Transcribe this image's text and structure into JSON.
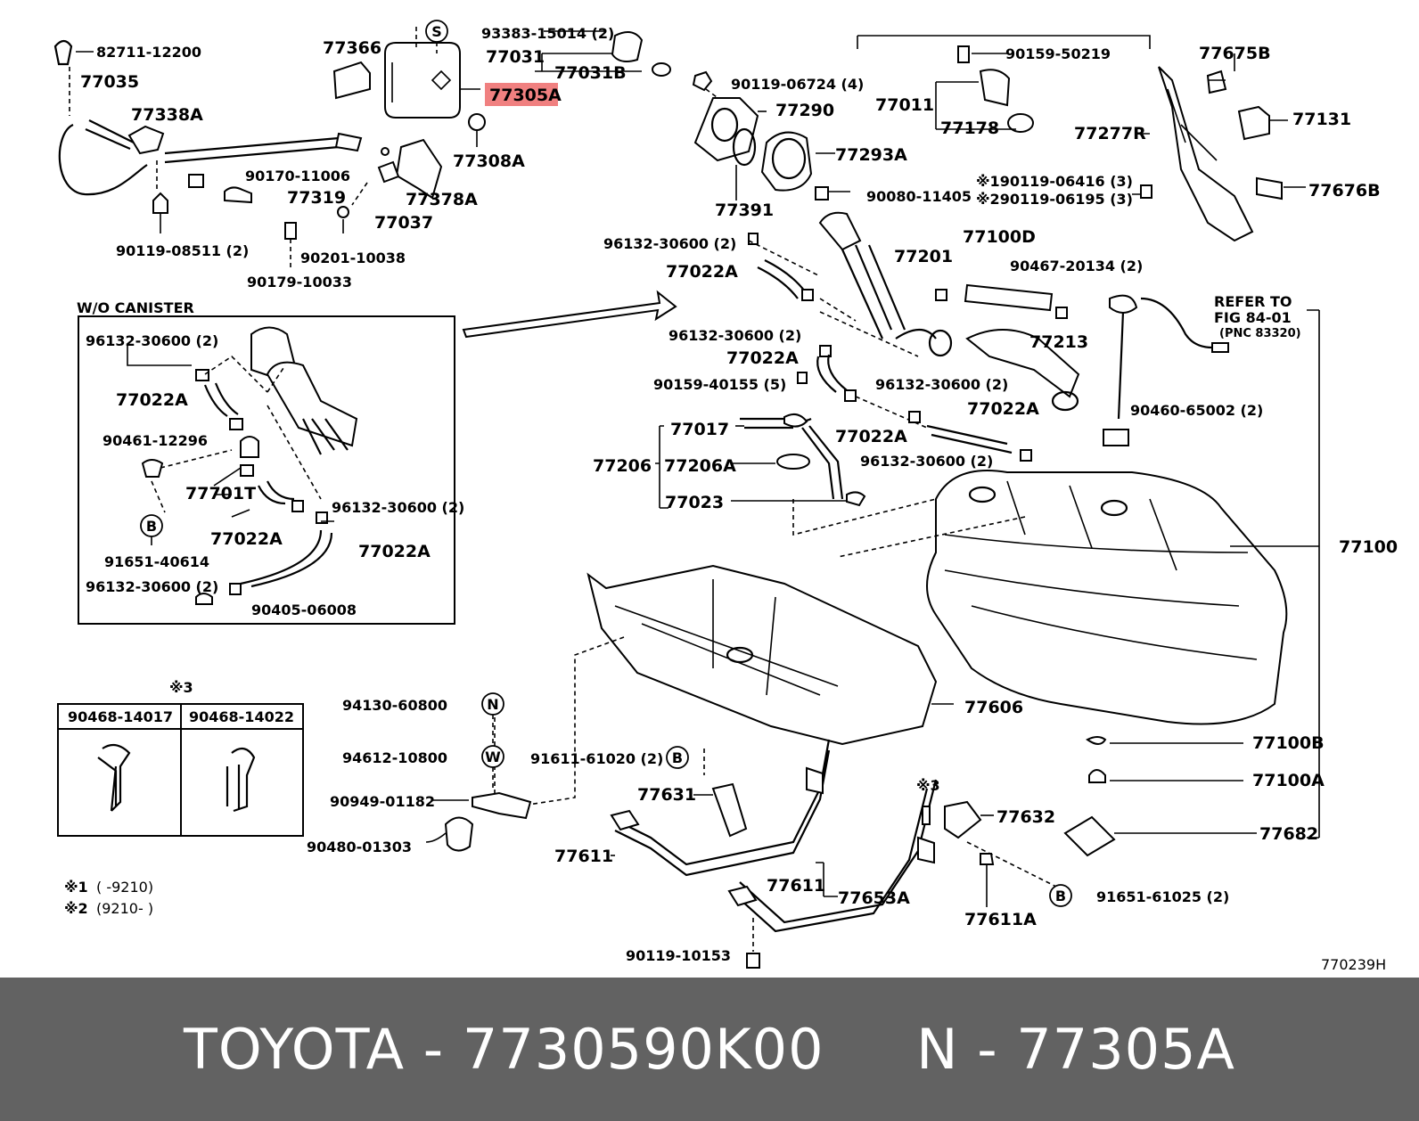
{
  "footer": {
    "brand": "TOYOTA",
    "sep1": " - ",
    "part_number": "7730590K00",
    "gap": "     ",
    "n_label": "N",
    "sep2": " - ",
    "ref_code": "77305A"
  },
  "highlight_color": "#f08080",
  "diagram": {
    "figure_code": "770239H",
    "inset_title": "W/O CANISTER",
    "refer_line1": "REFER TO",
    "refer_line2": "FIG 84-01",
    "refer_line3": "(PNC 83320)",
    "note1_mark": "※1",
    "note1_text": "(      -9210)",
    "note2_mark": "※2",
    "note2_text": "(9210-      )",
    "table_mark": "※3",
    "table_headers": [
      "90468-14017",
      "90468-14022"
    ],
    "circle_S": "S",
    "circle_N": "N",
    "circle_W": "W",
    "circle_B": "B",
    "labels": {
      "p82711": "82711-12200",
      "p77035": "77035",
      "p77338A": "77338A",
      "p90170": "90170-11006",
      "p77319": "77319",
      "p90119_08511": "90119-08511 (2)",
      "p90201": "90201-10038",
      "p90179": "90179-10033",
      "p77037": "77037",
      "p77378A": "77378A",
      "p77366": "77366",
      "p93383": "93383-15014 (2)",
      "p77031": "77031",
      "p77031B": "77031B",
      "p77305A": "77305A",
      "p77308A": "77308A",
      "p90119_06724": "90119-06724 (4)",
      "p77290": "77290",
      "p77293A": "77293A",
      "p77391": "77391",
      "p90159_50219": "90159-50219",
      "p77011": "77011",
      "p77178": "77178",
      "p77675B": "77675B",
      "p77131": "77131",
      "p77277R": "77277R",
      "p77676B": "77676B",
      "p90119_06416": "※190119-06416 (3)",
      "p90119_06195": "※290119-06195 (3)",
      "p90080": "90080-11405",
      "p96132_a": "96132-30600 (2)",
      "p77022A_a": "77022A",
      "p77201": "77201",
      "p77100D": "77100D",
      "p90467": "90467-20134 (2)",
      "p77213": "77213",
      "p96132_b": "96132-30600 (2)",
      "p77022A_b": "77022A",
      "p90159_40155": "90159-40155 (5)",
      "p96132_c": "96132-30600 (2)",
      "p77022A_c": "77022A",
      "p77022A_d": "77022A",
      "p90460": "90460-65002 (2)",
      "p77017": "77017",
      "p77206": "77206",
      "p77206A": "77206A",
      "p77023": "77023",
      "p96132_d": "96132-30600 (2)",
      "p77100": "77100",
      "i96132_1": "96132-30600 (2)",
      "i77022A_1": "77022A",
      "i90461": "90461-12296",
      "i77701T": "77701T",
      "i96132_2": "96132-30600 (2)",
      "i77022A_2": "77022A",
      "i77022A_3": "77022A",
      "i91651": "91651-40614",
      "i96132_3": "96132-30600 (2)",
      "i90405": "90405-06008",
      "p94130": "94130-60800",
      "p94612": "94612-10800",
      "p90949": "90949-01182",
      "p90480": "90480-01303",
      "p91611": "91611-61020 (2)",
      "p77606": "77606",
      "p77631": "77631",
      "p77611_a": "77611",
      "p77611_b": "77611",
      "p77653A": "77653A",
      "p90119_10153": "90119-10153",
      "p77632": "77632",
      "p77611A": "77611A",
      "p91651_61025": "91651-61025 (2)",
      "p77100B": "77100B",
      "p77100A": "77100A",
      "p77682": "77682",
      "p_note3": "※3"
    }
  }
}
